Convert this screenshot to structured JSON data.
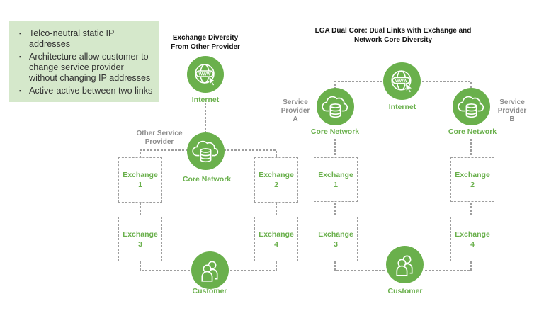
{
  "note": {
    "bullets": [
      "Telco-neutral static IP addresses",
      "Architecture allow customer to change service provider without changing IP addresses",
      "Active-active between two links"
    ],
    "background": "#d5e8cb"
  },
  "colors": {
    "accent": "#6ab04c",
    "connector": "#9e9e9e",
    "label_gray": "#8c8c8c"
  },
  "left_diagram": {
    "title_line1": "Exchange Diversity",
    "title_line2": "From Other Provider",
    "internet_label": "Internet",
    "provider_line1": "Other Service",
    "provider_line2": "Provider",
    "core_label": "Core Network",
    "exchanges": [
      {
        "name": "Exchange",
        "num": "1"
      },
      {
        "name": "Exchange",
        "num": "2"
      },
      {
        "name": "Exchange",
        "num": "3"
      },
      {
        "name": "Exchange",
        "num": "4"
      }
    ],
    "customer_label": "Customer"
  },
  "right_diagram": {
    "title_line1": "LGA Dual Core: Dual Links with Exchange and",
    "title_line2": "Network Core Diversity",
    "internet_label": "Internet",
    "provider_a": [
      "Service",
      "Provider",
      "A"
    ],
    "provider_b": [
      "Service",
      "Provider",
      "B"
    ],
    "core_a_label": "Core Network",
    "core_b_label": "Core Network",
    "exchanges": [
      {
        "name": "Exchange",
        "num": "1"
      },
      {
        "name": "Exchange",
        "num": "2"
      },
      {
        "name": "Exchange",
        "num": "3"
      },
      {
        "name": "Exchange",
        "num": "4"
      }
    ],
    "customer_label": "Customer"
  }
}
